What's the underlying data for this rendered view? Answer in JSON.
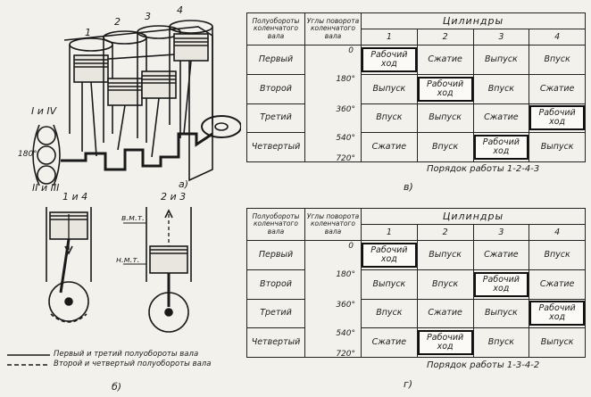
{
  "figure_a": {
    "cylinder_numbers": [
      "1",
      "2",
      "3",
      "4"
    ],
    "label_top": "I и IV",
    "label_mid": "180°",
    "label_bottom": "II и III",
    "caption": "а)"
  },
  "figure_b": {
    "left_label": "1 и 4",
    "right_label": "2 и 3",
    "tdc_label": "в.м.т.",
    "bdc_label": "н.м.т.",
    "legend_solid": "Первый и третий полуобороты вала",
    "legend_dashed": "Второй и четвертый полуобороты вала",
    "caption": "б)"
  },
  "table_v": {
    "col_halfturns": "Полуобороты коленчатого вала",
    "col_angles": "Углы поворота коленчатого вала",
    "cylinders_title": "Цилиндры",
    "cylinder_cols": [
      "1",
      "2",
      "3",
      "4"
    ],
    "angles": [
      "0",
      "180°",
      "360°",
      "540°",
      "720°"
    ],
    "rows": [
      {
        "name": "Первый",
        "cells": [
          "Рабочий ход",
          "Сжатие",
          "Выпуск",
          "Впуск"
        ]
      },
      {
        "name": "Второй",
        "cells": [
          "Выпуск",
          "Рабочий ход",
          "Впуск",
          "Сжатие"
        ]
      },
      {
        "name": "Третий",
        "cells": [
          "Впуск",
          "Выпуск",
          "Сжатие",
          "Рабочий ход"
        ]
      },
      {
        "name": "Четвертый",
        "cells": [
          "Сжатие",
          "Впуск",
          "Рабочий ход",
          "Выпуск"
        ]
      }
    ],
    "order": "Порядок работы 1-2-4-3",
    "caption": "в)"
  },
  "table_g": {
    "col_halfturns": "Полуобороты коленчатого вала",
    "col_angles": "Углы поворота коленчатого вала",
    "cylinders_title": "Цилиндры",
    "cylinder_cols": [
      "1",
      "2",
      "3",
      "4"
    ],
    "angles": [
      "0",
      "180°",
      "360°",
      "540°",
      "720°"
    ],
    "rows": [
      {
        "name": "Первый",
        "cells": [
          "Рабочий ход",
          "Выпуск",
          "Сжатие",
          "Впуск"
        ]
      },
      {
        "name": "Второй",
        "cells": [
          "Выпуск",
          "Впуск",
          "Рабочий ход",
          "Сжатие"
        ]
      },
      {
        "name": "Третий",
        "cells": [
          "Впуск",
          "Сжатие",
          "Выпуск",
          "Рабочий ход"
        ]
      },
      {
        "name": "Четвертый",
        "cells": [
          "Сжатие",
          "Рабочий ход",
          "Впуск",
          "Выпуск"
        ]
      }
    ],
    "order": "Порядок работы 1-3-4-2",
    "caption": "г)"
  }
}
